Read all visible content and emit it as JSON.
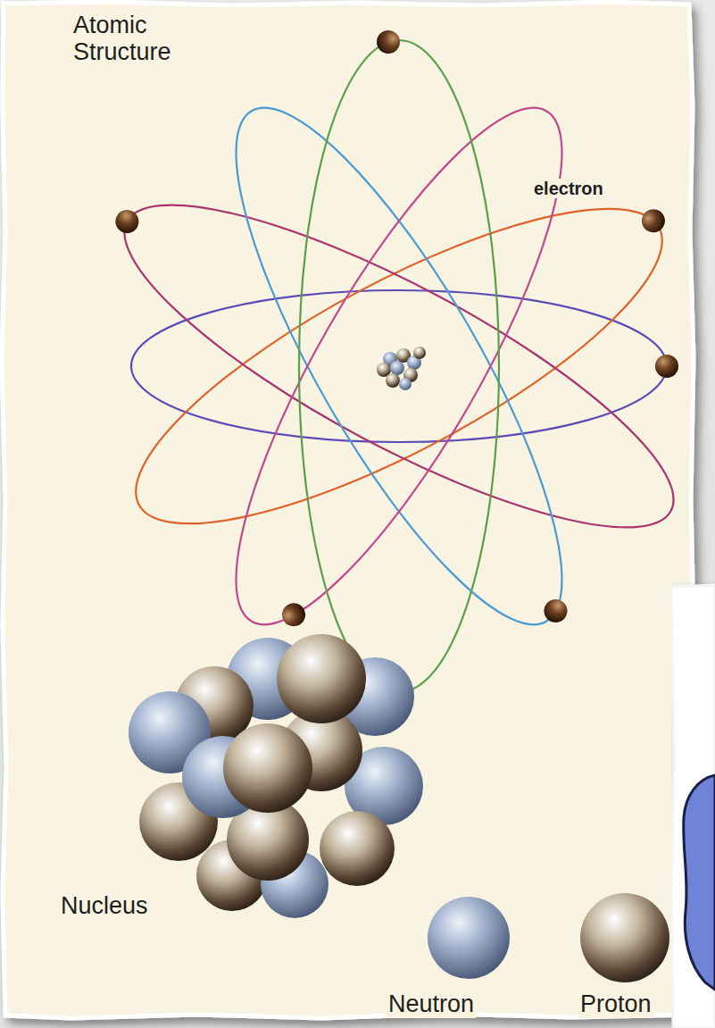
{
  "diagram": {
    "title": "Atomic Structure",
    "labels": [
      "electron",
      "Nucleus",
      "Neutron",
      "Proton"
    ]
  }
}
